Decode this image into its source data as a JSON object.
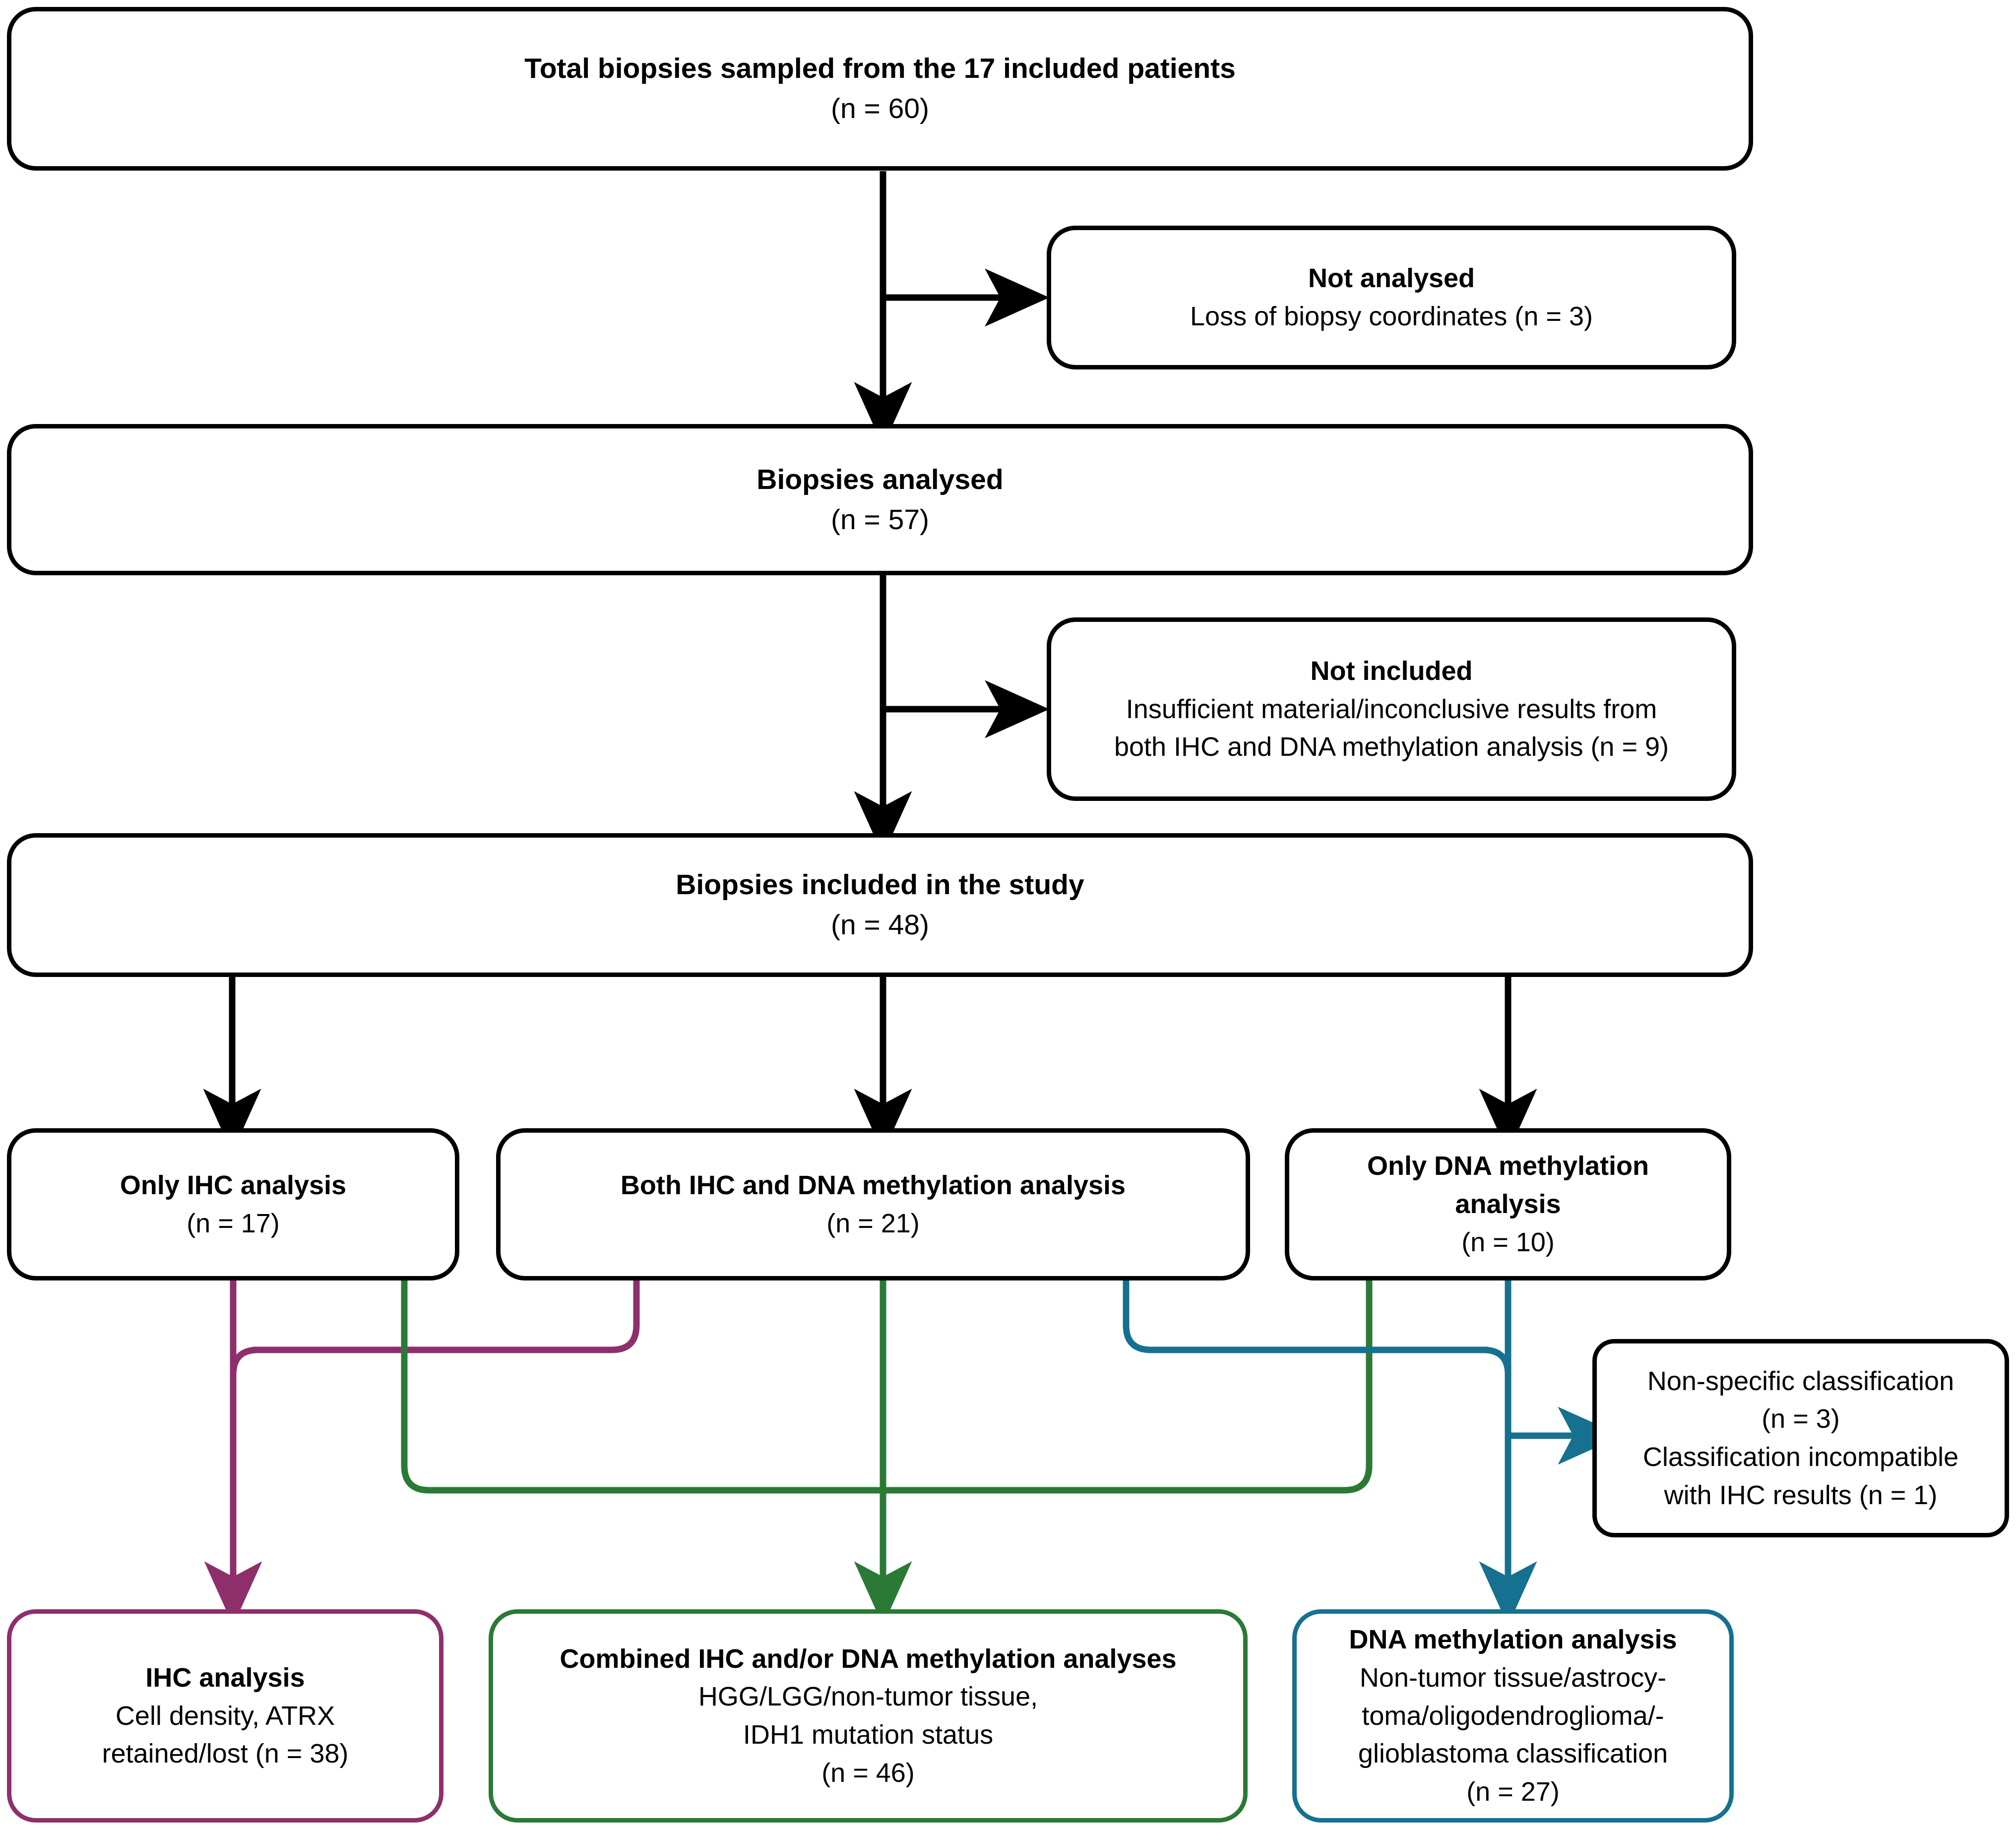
{
  "diagram": {
    "type": "flowchart",
    "title": "Biopsy analysis CONSORT-style flow diagram",
    "colors": {
      "default_stroke": "#000000",
      "ihc_purple": "#8E2F6C",
      "combined_green": "#2A7A35",
      "methylation_teal": "#15718F"
    }
  },
  "nodes": {
    "total_biopsies": {
      "title": "Total biopsies sampled from the 17 included patients",
      "count": "(n = 60)"
    },
    "not_analysed": {
      "title": "Not analysed",
      "detail": "Loss of biopsy coordinates (n = 3)"
    },
    "biopsies_analysed": {
      "title": "Biopsies analysed",
      "count": "(n = 57)"
    },
    "not_included": {
      "title": "Not included",
      "detail_line1": "Insufficient material/inconclusive results from",
      "detail_line2": "both IHC and DNA methylation analysis (n = 9)"
    },
    "biopsies_included": {
      "title": "Biopsies included in the study",
      "count": "(n = 48)"
    },
    "only_ihc": {
      "title": "Only IHC analysis",
      "count": "(n = 17)"
    },
    "both_ihc_methylation": {
      "title": "Both IHC and DNA methylation analysis",
      "count": "(n = 21)"
    },
    "only_methylation": {
      "title_line1": "Only DNA methylation",
      "title_line2": "analysis",
      "count": "(n = 10)"
    },
    "non_specific": {
      "line1": "Non-specific classification",
      "line2": "(n = 3)",
      "line3": "Classification incompatible",
      "line4": "with IHC results (n = 1)"
    },
    "ihc_analysis": {
      "title": "IHC analysis",
      "line1": "Cell density, ATRX",
      "line2": "retained/lost (n = 38)"
    },
    "combined_analyses": {
      "title": "Combined IHC and/or DNA methylation analyses",
      "line1": "HGG/LGG/non-tumor tissue,",
      "line2": "IDH1 mutation status",
      "line3": "(n = 46)"
    },
    "methylation_analysis": {
      "title": "DNA methylation analysis",
      "line1": "Non-tumor tissue/astrocy-",
      "line2": "toma/oligodendroglioma/-",
      "line3": "glioblastoma classification",
      "line4": "(n = 27)"
    }
  },
  "edges": [
    {
      "name": "total-to-analysed",
      "from": "total_biopsies",
      "to": "biopsies_analysed",
      "color": "#000000"
    },
    {
      "name": "total-to-not-analysed",
      "from": "total_biopsies",
      "to": "not_analysed",
      "color": "#000000"
    },
    {
      "name": "analysed-to-included",
      "from": "biopsies_analysed",
      "to": "biopsies_included",
      "color": "#000000"
    },
    {
      "name": "analysed-to-not-included",
      "from": "biopsies_analysed",
      "to": "not_included",
      "color": "#000000"
    },
    {
      "name": "included-to-only-ihc",
      "from": "biopsies_included",
      "to": "only_ihc",
      "color": "#000000"
    },
    {
      "name": "included-to-both",
      "from": "biopsies_included",
      "to": "both_ihc_methylation",
      "color": "#000000"
    },
    {
      "name": "included-to-only-methylation",
      "from": "biopsies_included",
      "to": "only_methylation",
      "color": "#000000"
    },
    {
      "name": "only-ihc-to-ihc-analysis",
      "from": "only_ihc",
      "to": "ihc_analysis",
      "color": "#8E2F6C"
    },
    {
      "name": "both-to-ihc-analysis",
      "from": "both_ihc_methylation",
      "to": "ihc_analysis",
      "color": "#8E2F6C"
    },
    {
      "name": "only-ihc-to-combined",
      "from": "only_ihc",
      "to": "combined_analyses",
      "color": "#2A7A35"
    },
    {
      "name": "both-to-combined",
      "from": "both_ihc_methylation",
      "to": "combined_analyses",
      "color": "#2A7A35"
    },
    {
      "name": "only-methylation-to-combined",
      "from": "only_methylation",
      "to": "combined_analyses",
      "color": "#2A7A35"
    },
    {
      "name": "both-to-methylation-analysis",
      "from": "both_ihc_methylation",
      "to": "methylation_analysis",
      "color": "#15718F"
    },
    {
      "name": "only-methylation-to-methylation-analysis",
      "from": "only_methylation",
      "to": "methylation_analysis",
      "color": "#15718F"
    },
    {
      "name": "only-methylation-to-non-specific",
      "from": "only_methylation",
      "to": "non_specific",
      "color": "#15718F"
    }
  ]
}
